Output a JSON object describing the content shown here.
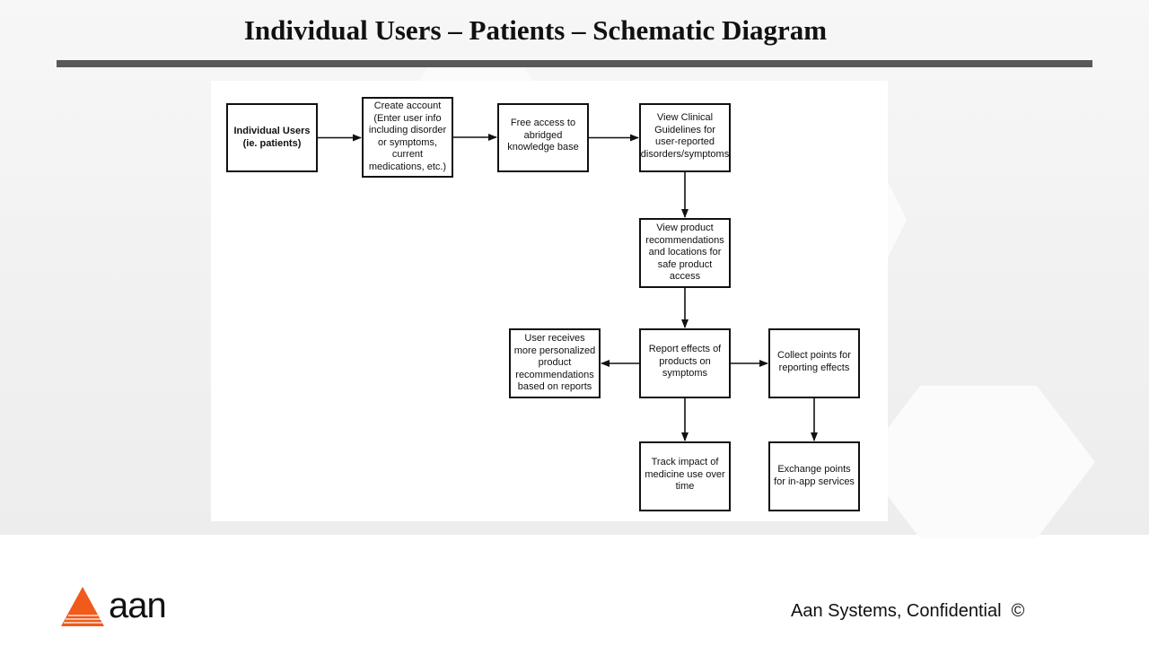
{
  "slide": {
    "title": "Individual Users – Patients – Schematic Diagram",
    "footer": "Aan Systems, Confidential  ©",
    "logo_text": "aan",
    "accent_color": "#f05a1a",
    "rule_color": "#595959"
  },
  "diagram": {
    "nodes": [
      {
        "id": "individual-users",
        "label": "Individual Users\n(ie. patients)"
      },
      {
        "id": "create-account",
        "label": "Create account\n(Enter user info\nincluding disorder\nor symptoms,\ncurrent\nmedications, etc.)"
      },
      {
        "id": "free-access",
        "label": "Free access to\nabridged\nknowledge base"
      },
      {
        "id": "view-guidelines",
        "label": "View Clinical\nGuidelines for\nuser-reported\ndisorders/symptoms"
      },
      {
        "id": "view-products",
        "label": "View product\nrecommendations\nand locations for\nsafe product\naccess"
      },
      {
        "id": "report-effects",
        "label": "Report effects of\nproducts on\nsymptoms"
      },
      {
        "id": "personalized",
        "label": "User receives\nmore personalized\nproduct\nrecommendations\nbased on reports"
      },
      {
        "id": "collect-points",
        "label": "Collect points for\nreporting effects"
      },
      {
        "id": "track-impact",
        "label": "Track impact of\nmedicine use over\ntime"
      },
      {
        "id": "exchange-points",
        "label": "Exchange points\nfor in-app services"
      }
    ],
    "edges": [
      {
        "from": "individual-users",
        "to": "create-account"
      },
      {
        "from": "create-account",
        "to": "free-access"
      },
      {
        "from": "free-access",
        "to": "view-guidelines"
      },
      {
        "from": "view-guidelines",
        "to": "view-products"
      },
      {
        "from": "view-products",
        "to": "report-effects"
      },
      {
        "from": "report-effects",
        "to": "personalized"
      },
      {
        "from": "report-effects",
        "to": "collect-points"
      },
      {
        "from": "report-effects",
        "to": "track-impact"
      },
      {
        "from": "collect-points",
        "to": "exchange-points"
      }
    ]
  }
}
